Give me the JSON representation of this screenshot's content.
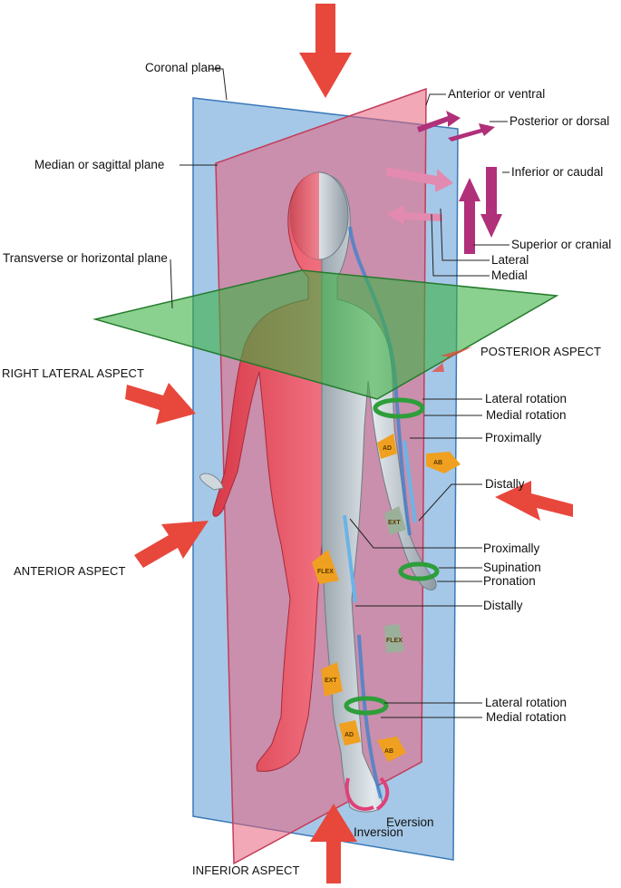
{
  "planes": {
    "coronal": "Coronal plane",
    "median": "Median or sagittal plane",
    "transverse": "Transverse or horizontal plane"
  },
  "directions": {
    "anterior": "Anterior or ventral",
    "posterior": "Posterior or dorsal",
    "inferior": "Inferior or caudal",
    "superior": "Superior or cranial",
    "lateral": "Lateral",
    "medial": "Medial"
  },
  "aspects": {
    "posterior": "POSTERIOR ASPECT",
    "right_lateral": "RIGHT LATERAL ASPECT",
    "anterior": "ANTERIOR ASPECT",
    "inferior": "INFERIOR ASPECT"
  },
  "movements": {
    "lateral_rotation_arm": "Lateral rotation",
    "medial_rotation_arm": "Medial rotation",
    "proximally_arm": "Proximally",
    "distally_arm": "Distally",
    "proximally_leg": "Proximally",
    "supination": "Supination",
    "pronation": "Pronation",
    "distally_leg": "Distally",
    "lateral_rotation_leg": "Lateral rotation",
    "medial_rotation_leg": "Medial rotation",
    "eversion": "Eversion",
    "inversion": "Inversion"
  },
  "arrow_tags": {
    "ad_arm": "AD",
    "ab_arm": "AB",
    "ext_arm": "EXT",
    "flex_arm": "FLEX",
    "flex_leg": "FLEX",
    "ext_leg": "EXT",
    "ad_foot": "AD",
    "ab_foot": "AB"
  },
  "colors": {
    "coronal_plane": "#5b9bd5",
    "median_plane": "#e8607a",
    "transverse_plane": "#3cb043",
    "aspect_arrow": "#e8473c",
    "direction_arrow": "#b0307a",
    "rotation_arrow": "#2e9e3a",
    "motion_arrow": "#f0a020",
    "axis_arrow": "#6ab4e8",
    "body_skin": "#c7d1d8"
  }
}
